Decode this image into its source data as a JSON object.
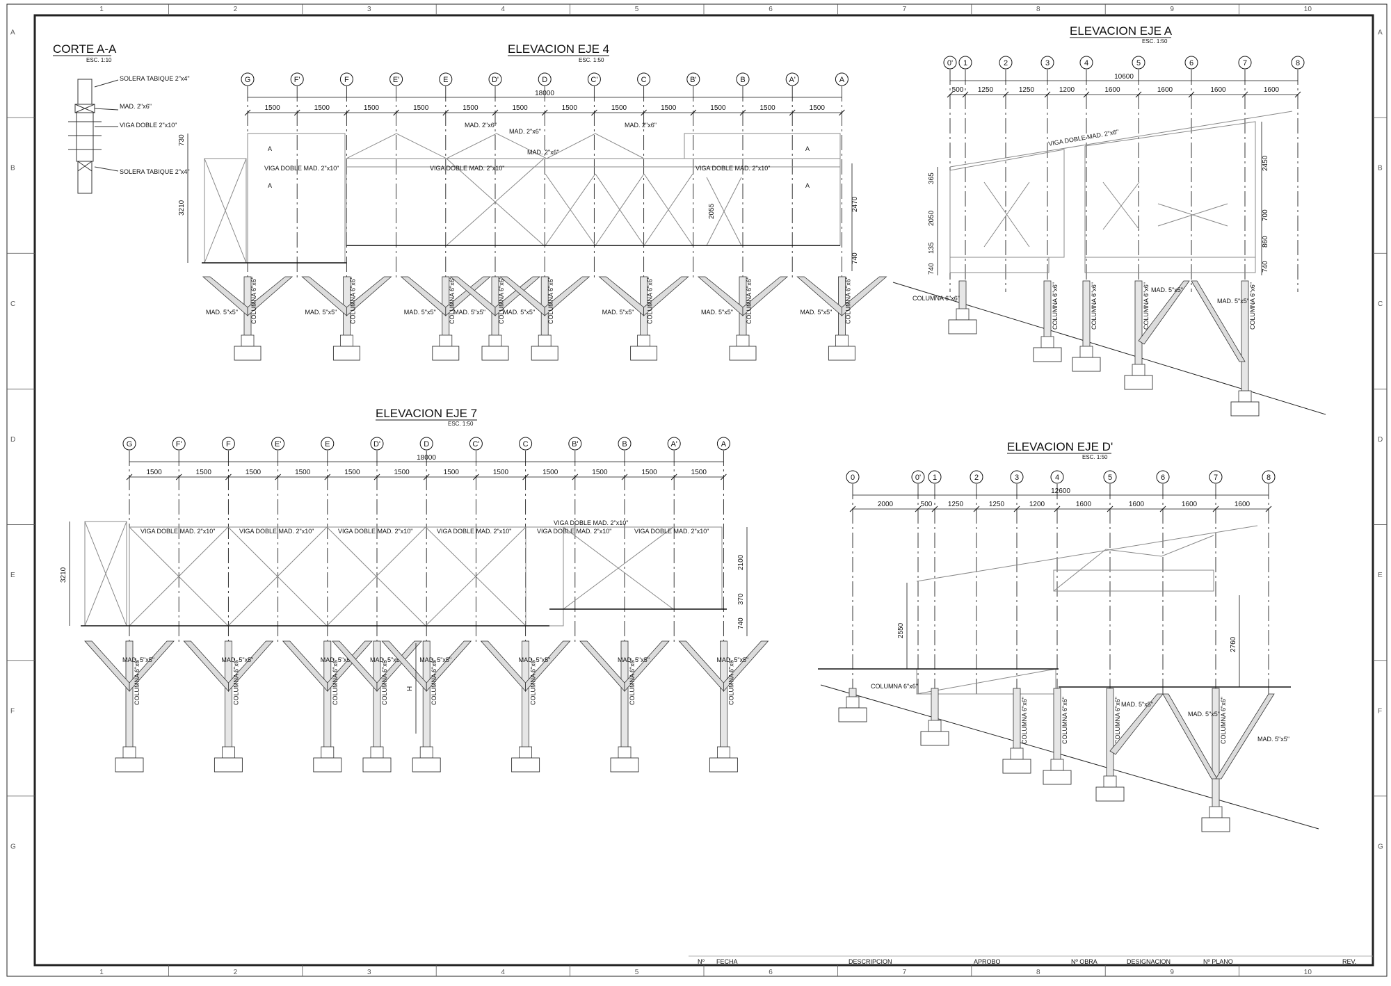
{
  "sheet": {
    "columns": [
      "1",
      "2",
      "3",
      "4",
      "5",
      "6",
      "7",
      "8",
      "9",
      "10"
    ],
    "rows": [
      "A",
      "B",
      "C",
      "D",
      "E",
      "F",
      "G"
    ]
  },
  "title_block": {
    "labels": [
      "Nº",
      "FECHA",
      "DESCRIPCION",
      "APROBO",
      "Nº OBRA",
      "DESIGNACION",
      "Nº PLANO",
      "REV."
    ]
  },
  "corte_aa": {
    "title": "CORTE A-A",
    "scale": "ESC. 1:10",
    "notes": [
      "SOLERA TABIQUE 2\"x4\"",
      "MAD. 2\"x6\"",
      "VIGA DOBLE 2\"x10\"",
      "SOLERA TABIQUE 2\"x4\""
    ]
  },
  "eje4": {
    "title": "ELEVACION EJE 4",
    "scale": "ESC. 1:50",
    "axes": [
      "G",
      "F'",
      "F",
      "E'",
      "E",
      "D'",
      "D",
      "C'",
      "C",
      "B'",
      "B",
      "A'",
      "A"
    ],
    "total": "18000",
    "spans": [
      "1500",
      "1500",
      "1500",
      "1500",
      "1500",
      "1500",
      "1500",
      "1500",
      "1500",
      "1500",
      "1500",
      "1500"
    ],
    "beam_notes": [
      "VIGA DOBLE MAD. 2\"x10\"",
      "VIGA DOBLE MAD. 2\"x10\"",
      "VIGA DOBLE MAD. 2\"x10\""
    ],
    "left_dims": [
      "730",
      "3210"
    ],
    "inner_dim": "2055",
    "right_dims": [
      "2470",
      "740"
    ],
    "roof_notes": [
      "MAD. 2\"x6\"",
      "MAD. 2\"x6\"",
      "MAD. 2\"x6\"",
      "MAD. 2\"x6\""
    ],
    "section_mark": "A",
    "brace_note": "MAD. 5\"x5\"",
    "column_note": "COLUMNA 6\"x6\""
  },
  "eje7": {
    "title": "ELEVACION EJE 7",
    "scale": "ESC. 1:50",
    "axes": [
      "G",
      "F'",
      "F",
      "E'",
      "E",
      "D'",
      "D",
      "C'",
      "C",
      "B'",
      "B",
      "A'",
      "A"
    ],
    "total": "18000",
    "spans": [
      "1500",
      "1500",
      "1500",
      "1500",
      "1500",
      "1500",
      "1500",
      "1500",
      "1500",
      "1500",
      "1500",
      "1500"
    ],
    "beam_notes": [
      "VIGA DOBLE MAD. 2\"x10\"",
      "VIGA DOBLE MAD. 2\"x10\"",
      "VIGA DOBLE MAD. 2\"x10\"",
      "VIGA DOBLE MAD. 2\"x10\"",
      "VIGA DOBLE MAD. 2\"x10\"",
      "VIGA DOBLE MAD. 2\"x10\"",
      "VIGA DOBLE MAD. 2\"x10\""
    ],
    "left_dim": "3210",
    "right_dims": [
      "2100",
      "370",
      "740"
    ],
    "h_mark": "H",
    "brace_note": "MAD. 5\"x5\"",
    "column_note": "COLUMNA 6\"x6\""
  },
  "ejeA": {
    "title": "ELEVACION EJE A",
    "scale": "ESC. 1:50",
    "axes": [
      "0'",
      "1",
      "2",
      "3",
      "4",
      "5",
      "6",
      "7",
      "8"
    ],
    "total": "10600",
    "spans": [
      "500",
      "1250",
      "1250",
      "1200",
      "1600",
      "1600",
      "1600",
      "1600"
    ],
    "roof_note": "VIGA DOBLE MAD. 2\"x6\"",
    "left_dims": [
      "365",
      "2050",
      "740",
      "135"
    ],
    "right_dims": [
      "2450",
      "700",
      "860",
      "740"
    ],
    "brace_note": "MAD. 5\"x5\"",
    "column_note": "COLUMNA 6\"x6\""
  },
  "ejeD": {
    "title": "ELEVACION EJE D'",
    "scale": "ESC. 1:50",
    "axes": [
      "0",
      "0'",
      "1",
      "2",
      "3",
      "4",
      "5",
      "6",
      "7",
      "8"
    ],
    "total": "12600",
    "spans": [
      "2000",
      "500",
      "1250",
      "1250",
      "1200",
      "1600",
      "1600",
      "1600",
      "1600"
    ],
    "left_dim": "2550",
    "right_dim": "2760",
    "brace_note": "MAD. 5\"x5\"",
    "column_note": "COLUMNA 6\"x6\""
  }
}
